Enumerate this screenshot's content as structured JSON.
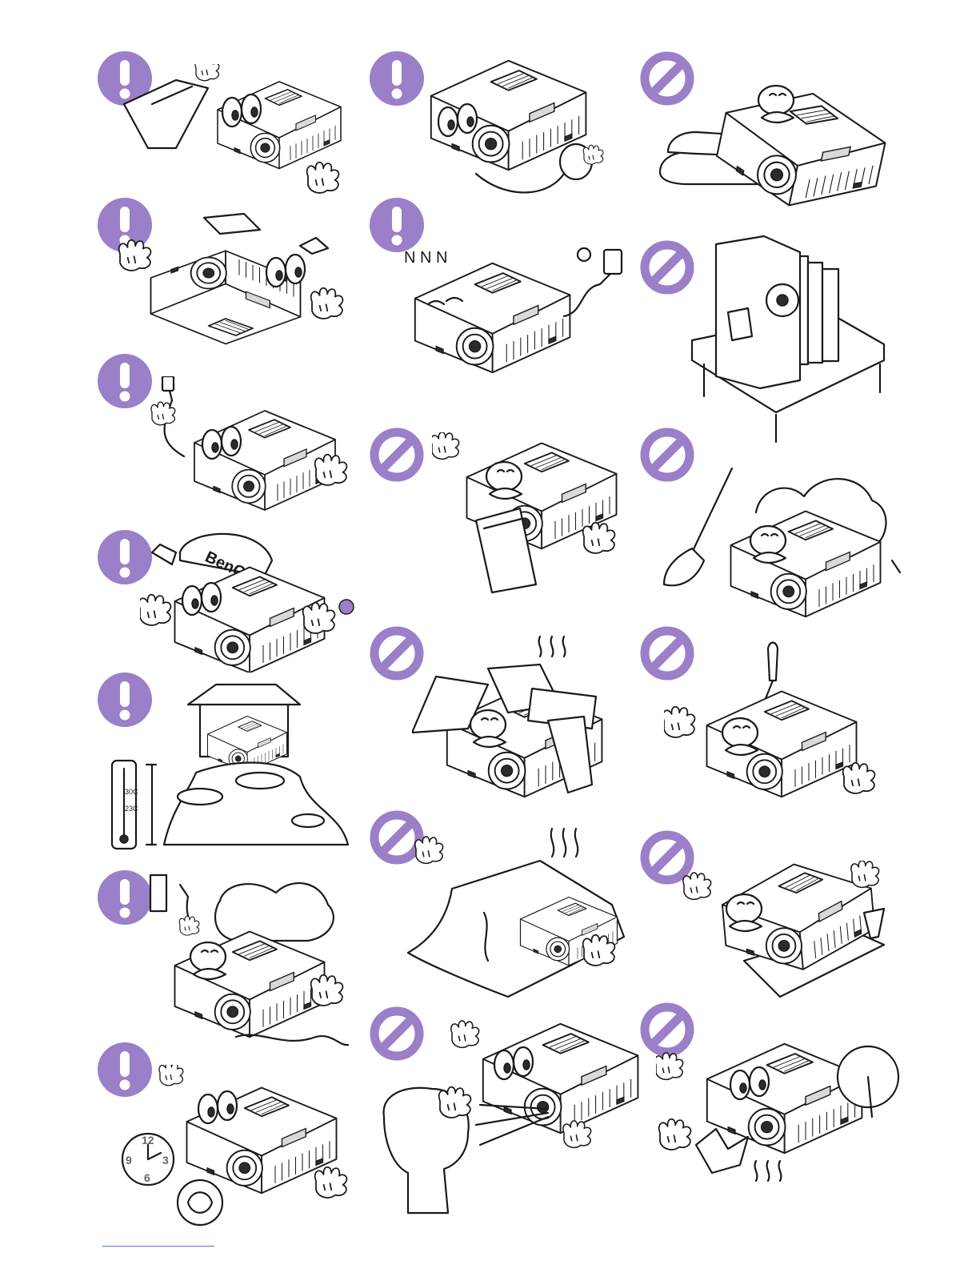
{
  "colors": {
    "icon_purple": "#9b7fc8",
    "ink": "#1a1a1a",
    "footer_rule": "#4a6fd8"
  },
  "icon_types": {
    "do": "exclamation-icon",
    "dont": "prohibited-icon"
  },
  "panels": [
    {
      "id": "col1-row1",
      "icon": "do",
      "scene": "projector-reading-manual"
    },
    {
      "id": "col1-row2",
      "icon": "do",
      "scene": "projector-ceiling-mount"
    },
    {
      "id": "col1-row3",
      "icon": "do",
      "scene": "projector-holding-plug"
    },
    {
      "id": "col1-row4",
      "icon": "do",
      "scene": "projector-wearing-cap",
      "cap_text": "BenQ"
    },
    {
      "id": "col1-row5",
      "icon": "do",
      "scene": "projector-temperature-range",
      "temp_high": "30C",
      "temp_low": "23C"
    },
    {
      "id": "col1-row6",
      "icon": "do",
      "scene": "projector-unplug-liquid"
    },
    {
      "id": "col1-row7",
      "icon": "do",
      "scene": "projector-clock-cooling",
      "clock_numbers": [
        "12",
        "3",
        "6",
        "9"
      ]
    },
    {
      "id": "col2-row1",
      "icon": "do",
      "scene": "projector-lens-cap"
    },
    {
      "id": "col2-row2",
      "icon": "do",
      "scene": "projector-sleeping-standby",
      "sleep_text": "N N N"
    },
    {
      "id": "col2-row3",
      "icon": "dont",
      "scene": "projector-lens-blocked"
    },
    {
      "id": "col2-row4",
      "icon": "dont",
      "scene": "projector-covered-with-books"
    },
    {
      "id": "col2-row5",
      "icon": "dont",
      "scene": "projector-covered-with-cloth"
    },
    {
      "id": "col2-row6",
      "icon": "dont",
      "scene": "projector-beam-in-eyes"
    },
    {
      "id": "col3-row1",
      "icon": "dont",
      "scene": "projector-tilted-on-books"
    },
    {
      "id": "col3-row2",
      "icon": "dont",
      "scene": "projector-vertical-on-table"
    },
    {
      "id": "col3-row3",
      "icon": "dont",
      "scene": "projector-dusty-room"
    },
    {
      "id": "col3-row4",
      "icon": "dont",
      "scene": "projector-screwdriver-open"
    },
    {
      "id": "col3-row5",
      "icon": "dont",
      "scene": "projector-liquid-spill"
    },
    {
      "id": "col3-row6",
      "icon": "dont",
      "scene": "projector-overheating-fan"
    }
  ]
}
